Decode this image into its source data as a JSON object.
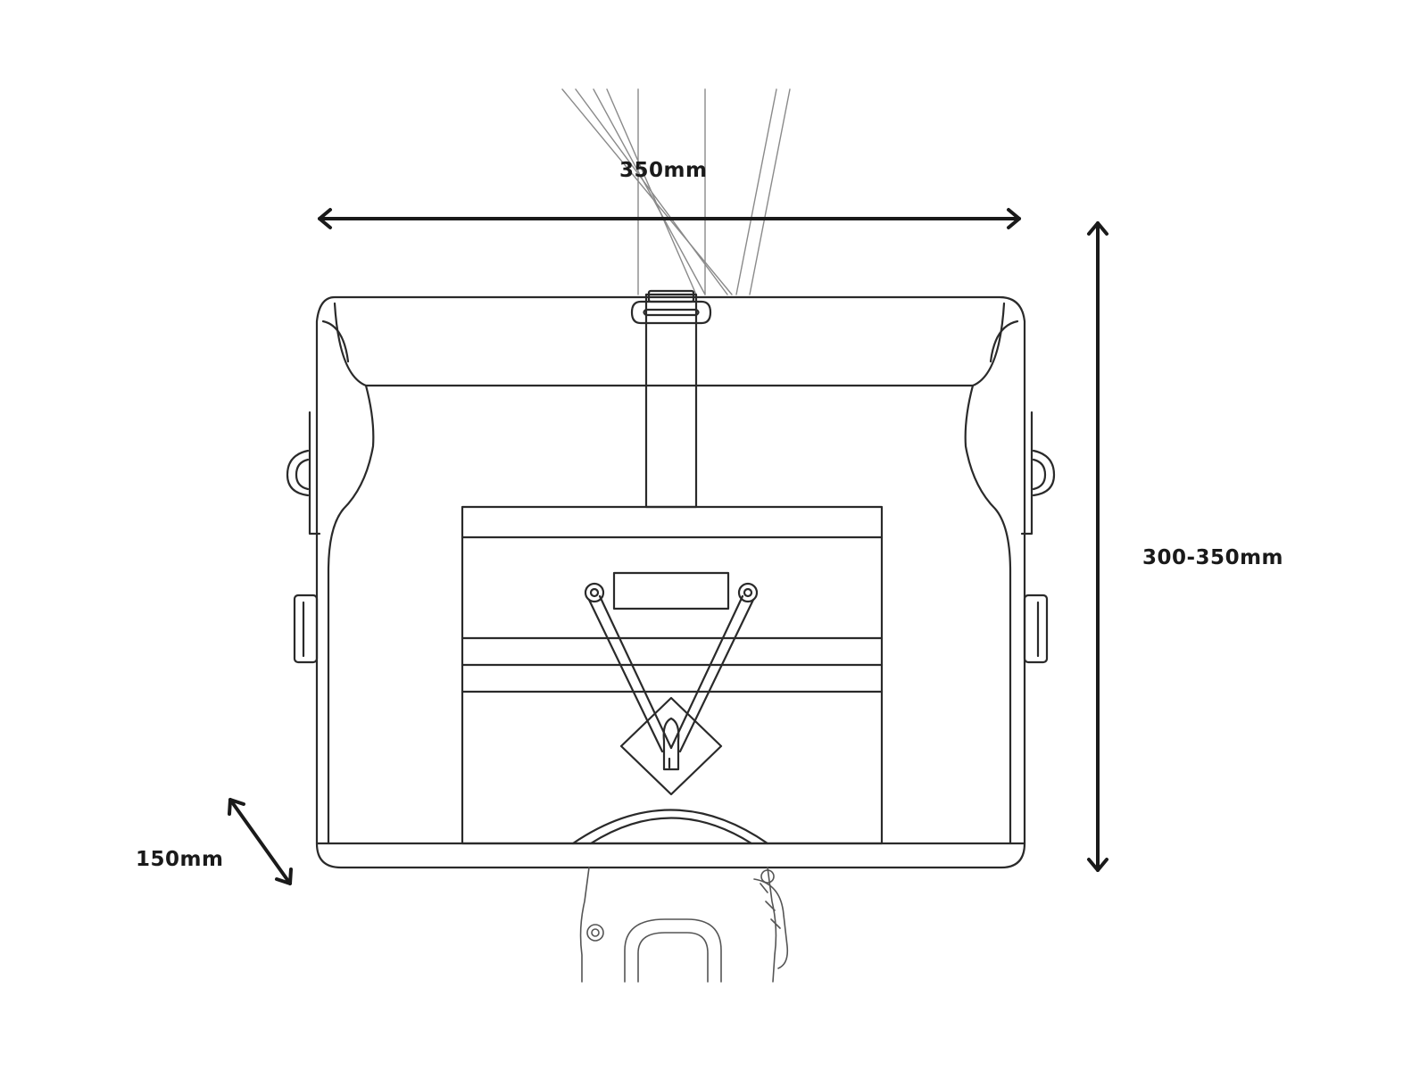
{
  "dimensions": {
    "width_label": "350mm",
    "height_label": "300-350mm",
    "depth_label": "150mm"
  },
  "colors": {
    "line": "#2a2a2a",
    "dimension_arrow": "#1a1a1a",
    "background": "#ffffff"
  }
}
